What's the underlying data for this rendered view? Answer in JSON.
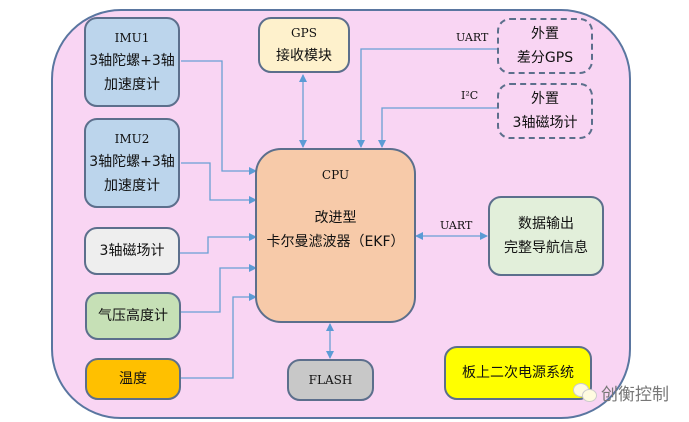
{
  "diagram": {
    "title": "Navigation board block diagram",
    "colors": {
      "board_fill": "#f9d5f3",
      "board_border": "#5a76a0",
      "wire": "#6a9fd4",
      "imu": "#bcd5ec",
      "gps": "#fef1cc",
      "cpu": "#f7caa9",
      "mag": "#eeeeee",
      "baro": "#c6e0b6",
      "temp": "#ffc000",
      "flash": "#c8c8c8",
      "output": "#e2efda",
      "power": "#ffff00"
    },
    "nodes": {
      "imu1": {
        "line1": "IMU1",
        "line2": "3轴陀螺+3轴",
        "line3": "加速度计"
      },
      "imu2": {
        "line1": "IMU2",
        "line2": "3轴陀螺+3轴",
        "line3": "加速度计"
      },
      "magnetometer": {
        "label": "3轴磁场计"
      },
      "barometer": {
        "label": "气压高度计"
      },
      "temperature": {
        "label": "温度"
      },
      "gps": {
        "line1": "GPS",
        "line2": "接收模块"
      },
      "cpu": {
        "title": "CPU",
        "line1": "改进型",
        "line2": "卡尔曼滤波器（EKF）"
      },
      "flash": {
        "label": "FLASH"
      },
      "ext_gps": {
        "line1": "外置",
        "line2": "差分GPS"
      },
      "ext_mag": {
        "line1": "外置",
        "line2": "3轴磁场计"
      },
      "output": {
        "line1": "数据输出",
        "line2": "完整导航信息"
      },
      "power": {
        "label": "板上二次电源系统"
      }
    },
    "edge_labels": {
      "uart_ext_gps": "UART",
      "i2c_ext_mag": "I²C",
      "uart_output": "UART"
    },
    "edges": [
      {
        "from": "imu1",
        "to": "cpu",
        "type": "arrow"
      },
      {
        "from": "imu2",
        "to": "cpu",
        "type": "arrow"
      },
      {
        "from": "magnetometer",
        "to": "cpu",
        "type": "arrow"
      },
      {
        "from": "barometer",
        "to": "cpu",
        "type": "arrow"
      },
      {
        "from": "temperature",
        "to": "cpu",
        "type": "arrow"
      },
      {
        "from": "gps",
        "to": "cpu",
        "type": "bidirectional"
      },
      {
        "from": "ext_gps",
        "to": "cpu",
        "type": "arrow",
        "label": "UART"
      },
      {
        "from": "ext_mag",
        "to": "cpu",
        "type": "arrow",
        "label": "I²C"
      },
      {
        "from": "cpu",
        "to": "output",
        "type": "bidirectional",
        "label": "UART"
      },
      {
        "from": "cpu",
        "to": "flash",
        "type": "bidirectional"
      }
    ],
    "watermark": "创衡控制"
  }
}
